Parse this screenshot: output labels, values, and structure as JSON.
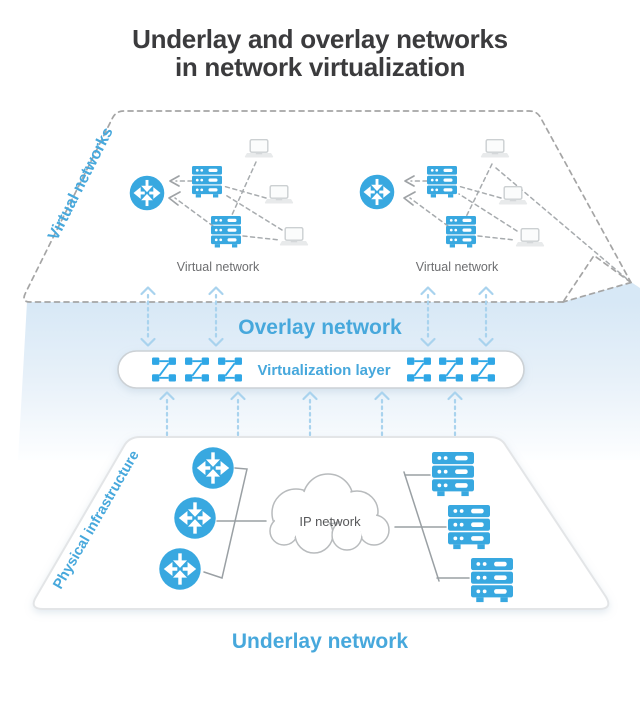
{
  "title": {
    "line1": "Underlay and overlay networks",
    "line2": "in network virtualization"
  },
  "virtual_layer": {
    "side_label": "Virtual networks",
    "clusters": [
      {
        "label": "Virtual network"
      },
      {
        "label": "Virtual network"
      }
    ]
  },
  "overlay": {
    "label": "Overlay network"
  },
  "virtualization": {
    "label": "Virtualization layer"
  },
  "physical_layer": {
    "side_label": "Physical infrastructure",
    "cloud_label": "IP network"
  },
  "underlay": {
    "label": "Underlay network"
  },
  "palette": {
    "icon_blue": "#38a8e0",
    "label_blue": "#47a8dc",
    "band_blue": "#dcebf7",
    "arrow_blue": "#a9d3ee",
    "dash_gray": "#a5a5a5",
    "muted_text": "#6d6e70",
    "title_color": "#3b3b3d"
  }
}
